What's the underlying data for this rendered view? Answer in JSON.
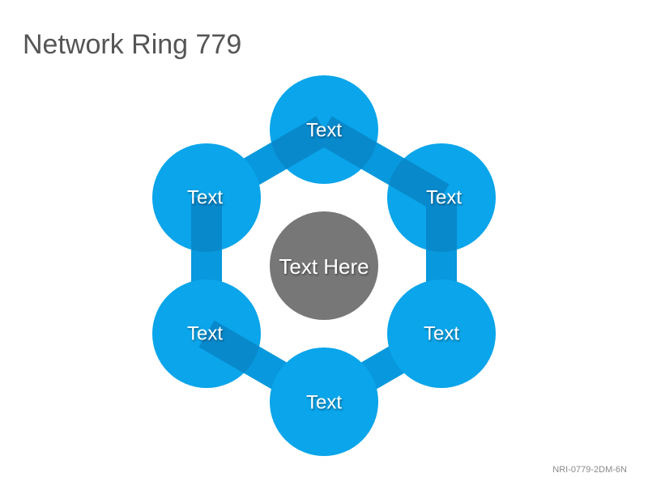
{
  "title": "Network Ring 779",
  "center": {
    "label": "Text Here",
    "color": "#777777"
  },
  "nodes": [
    {
      "label": "Text"
    },
    {
      "label": "Text"
    },
    {
      "label": "Text"
    },
    {
      "label": "Text"
    },
    {
      "label": "Text"
    },
    {
      "label": "Text"
    }
  ],
  "colors": {
    "node": "#0aa5ea",
    "connector": "#0898dd",
    "overlap_shade": "#0886c9"
  },
  "footer_code": "NRI-0779-2DM-6N"
}
